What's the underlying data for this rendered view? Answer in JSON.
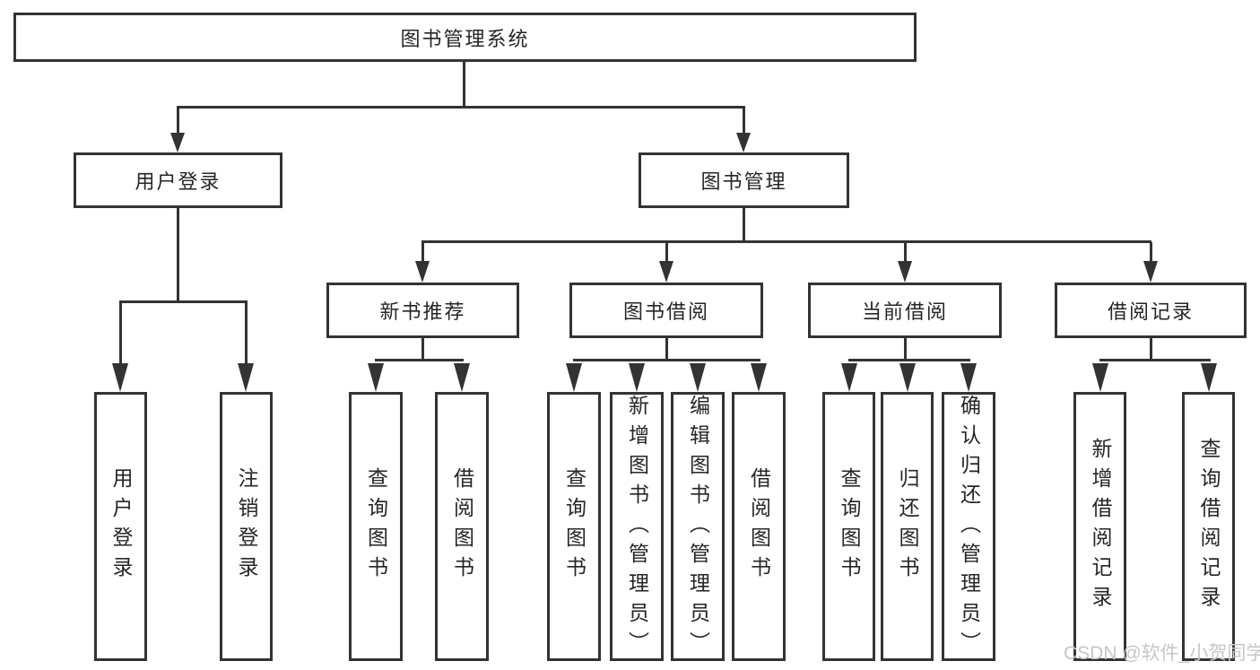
{
  "colors": {
    "line": "#333333",
    "text": "#262626",
    "watermark": "#c3c7cb",
    "bg": "#ffffff"
  },
  "page": {
    "watermark": "CSDN @软件_小贺同学"
  },
  "tree": {
    "label": "图书管理系统",
    "children": [
      {
        "label": "用户登录",
        "children": [
          {
            "label": "用户登录"
          },
          {
            "label": "注销登录"
          }
        ]
      },
      {
        "label": "图书管理",
        "children": [
          {
            "label": "新书推荐",
            "children": [
              {
                "label": "查询图书"
              },
              {
                "label": "借阅图书"
              }
            ]
          },
          {
            "label": "图书借阅",
            "children": [
              {
                "label": "查询图书"
              },
              {
                "label": "新增图书（管理员）"
              },
              {
                "label": "编辑图书（管理员）"
              },
              {
                "label": "借阅图书"
              }
            ]
          },
          {
            "label": "当前借阅",
            "children": [
              {
                "label": "查询图书"
              },
              {
                "label": "归还图书"
              },
              {
                "label": "确认归还（管理员）"
              }
            ]
          },
          {
            "label": "借阅记录",
            "children": [
              {
                "label": "新增借阅记录"
              },
              {
                "label": "查询借阅记录"
              }
            ]
          }
        ]
      }
    ]
  }
}
